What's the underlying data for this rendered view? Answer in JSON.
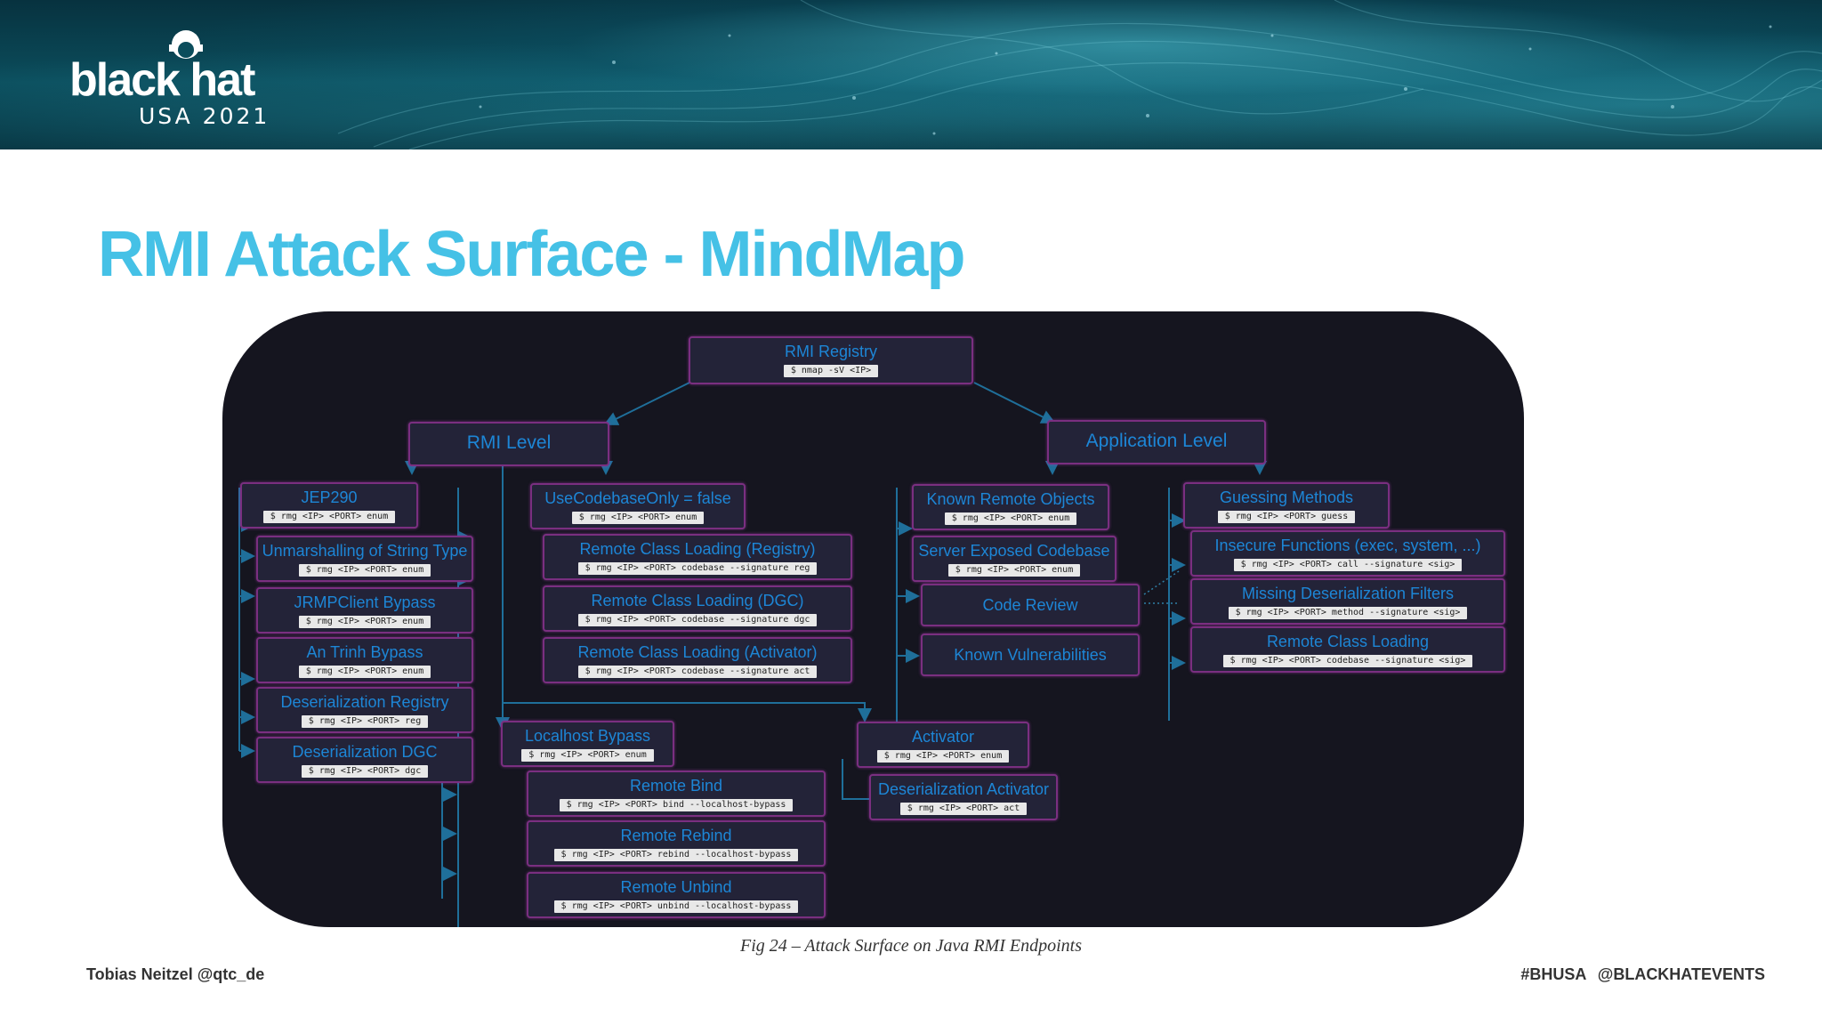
{
  "header": {
    "brand": "black hat",
    "edition": "USA 2021"
  },
  "title": "RMI Attack Surface - MindMap",
  "mindmap": {
    "root": {
      "label": "RMI Registry",
      "cmd": "$ nmap -sV <IP>"
    },
    "rmi_level": {
      "label": "RMI Level"
    },
    "application_level": {
      "label": "Application Level"
    },
    "jep290": {
      "label": "JEP290",
      "cmd": "$ rmg <IP> <PORT> enum"
    },
    "unmarshalling": {
      "label": "Unmarshalling of String Type",
      "cmd": "$ rmg <IP> <PORT> enum"
    },
    "jrmpclient": {
      "label": "JRMPClient Bypass",
      "cmd": "$ rmg <IP> <PORT> enum"
    },
    "an_trinh": {
      "label": "An Trinh Bypass",
      "cmd": "$ rmg <IP> <PORT> enum"
    },
    "deser_registry": {
      "label": "Deserialization Registry",
      "cmd": "$ rmg <IP> <PORT> reg"
    },
    "deser_dgc": {
      "label": "Deserialization DGC",
      "cmd": "$ rmg <IP> <PORT> dgc"
    },
    "usecodebaseonly": {
      "label": "UseCodebaseOnly = false",
      "cmd": "$ rmg <IP> <PORT> enum"
    },
    "rcl_registry": {
      "label": "Remote Class Loading (Registry)",
      "cmd": "$ rmg <IP> <PORT> codebase --signature reg"
    },
    "rcl_dgc": {
      "label": "Remote Class Loading (DGC)",
      "cmd": "$ rmg <IP> <PORT> codebase --signature dgc"
    },
    "rcl_activator": {
      "label": "Remote Class Loading (Activator)",
      "cmd": "$ rmg <IP> <PORT> codebase --signature act"
    },
    "localhost_bypass": {
      "label": "Localhost Bypass",
      "cmd": "$ rmg <IP> <PORT> enum"
    },
    "remote_bind": {
      "label": "Remote Bind",
      "cmd": "$ rmg <IP> <PORT> bind --localhost-bypass"
    },
    "remote_rebind": {
      "label": "Remote Rebind",
      "cmd": "$ rmg <IP> <PORT> rebind --localhost-bypass"
    },
    "remote_unbind": {
      "label": "Remote Unbind",
      "cmd": "$ rmg <IP> <PORT> unbind --localhost-bypass"
    },
    "activator": {
      "label": "Activator",
      "cmd": "$ rmg <IP> <PORT> enum"
    },
    "deser_activator": {
      "label": "Deserialization Activator",
      "cmd": "$ rmg <IP> <PORT> act"
    },
    "known_remote_objects": {
      "label": "Known Remote Objects",
      "cmd": "$ rmg <IP> <PORT> enum"
    },
    "server_codebase": {
      "label": "Server Exposed Codebase",
      "cmd": "$ rmg <IP> <PORT> enum"
    },
    "code_review": {
      "label": "Code Review"
    },
    "known_vulns": {
      "label": "Known Vulnerabilities"
    },
    "guessing_methods": {
      "label": "Guessing Methods",
      "cmd": "$ rmg <IP> <PORT> guess"
    },
    "insecure_functions": {
      "label": "Insecure Functions (exec, system, ...)",
      "cmd": "$ rmg <IP> <PORT> call --signature <sig>"
    },
    "missing_filters": {
      "label": "Missing Deserialization Filters",
      "cmd": "$ rmg <IP> <PORT> method --signature <sig>"
    },
    "app_rcl": {
      "label": "Remote Class Loading",
      "cmd": "$ rmg <IP> <PORT> codebase --signature <sig>"
    }
  },
  "colors": {
    "title": "#45c1e6",
    "node_text": "#1d86d6",
    "node_border": "#7a2f80",
    "panel_bg": "#15151f",
    "link": "#1f6f9a"
  },
  "caption": "Fig 24 – Attack Surface on Java RMI Endpoints",
  "footer": {
    "author": "Tobias Neitzel @qtc_de",
    "tags": "#BHUSA   @BLACKHATEVENTS"
  }
}
